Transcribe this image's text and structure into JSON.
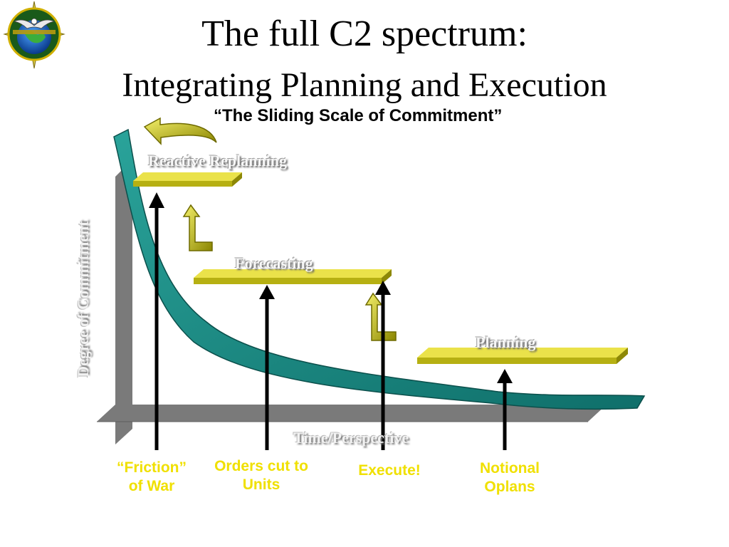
{
  "title": {
    "line1": "The full C2 spectrum:",
    "line2": "Integrating Planning and Execution"
  },
  "subtitle": "“The Sliding Scale of Commitment”",
  "logo": {
    "icon": "globe-eagle-compass-emblem-icon"
  },
  "axes": {
    "y_label": "Degree of Commitment",
    "x_label": "Time/Perspective"
  },
  "steps": [
    {
      "label": "Reactive Replanning"
    },
    {
      "label": "Forecasting"
    },
    {
      "label": "Planning"
    }
  ],
  "bottom_labels": [
    {
      "line1": "“Friction”",
      "line2": "of War"
    },
    {
      "line1": "Orders cut to",
      "line2": "Units"
    },
    {
      "line1": "Execute!",
      "line2": ""
    },
    {
      "line1": "Notional",
      "line2": "Oplans"
    }
  ],
  "colors": {
    "curve": "#1a8a82",
    "platform": "#c8c31c",
    "axis": "#7a7a7a",
    "label_yellow": "#f0e000"
  }
}
